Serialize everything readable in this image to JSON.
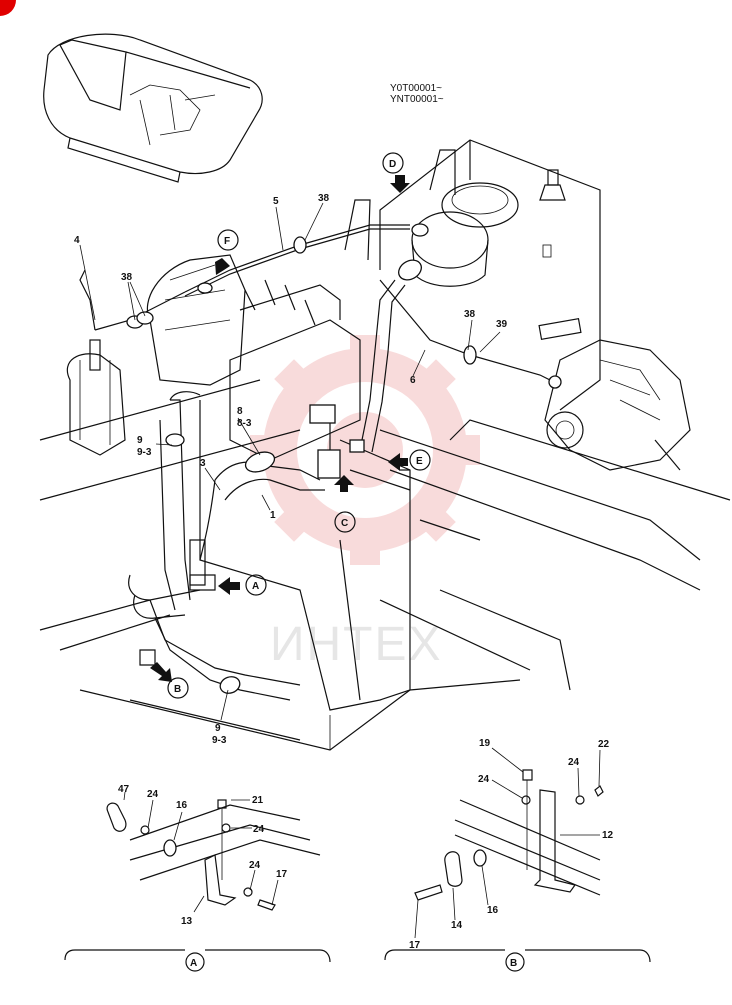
{
  "serials": [
    "Y0T00001~",
    "YNT00001~"
  ],
  "watermark": "ИНТЕХ",
  "views": {
    "A": "A",
    "B": "B",
    "C": "C",
    "D": "D",
    "E": "E",
    "F": "F"
  },
  "callouts": {
    "p1": "1",
    "p3": "3",
    "p4": "4",
    "p5": "5",
    "p6": "6",
    "p8": "8",
    "p8_3": "8-3",
    "p9a": "9",
    "p9_3a": "9-3",
    "p9b": "9",
    "p9_3b": "9-3",
    "p38a": "38",
    "p38b": "38",
    "p38c": "38",
    "p39": "39"
  },
  "detail_a": {
    "p47": "47",
    "p24a": "24",
    "p16": "16",
    "p21": "21",
    "p24b": "24",
    "p24c": "24",
    "p17": "17",
    "p13": "13"
  },
  "detail_b": {
    "p19": "19",
    "p24a": "24",
    "p24b": "24",
    "p22": "22",
    "p12": "12",
    "p16": "16",
    "p14": "14",
    "p17": "17"
  },
  "colors": {
    "watermark_red": "#f4c4c4",
    "line": "#111111",
    "corner_red": "#e00000"
  }
}
